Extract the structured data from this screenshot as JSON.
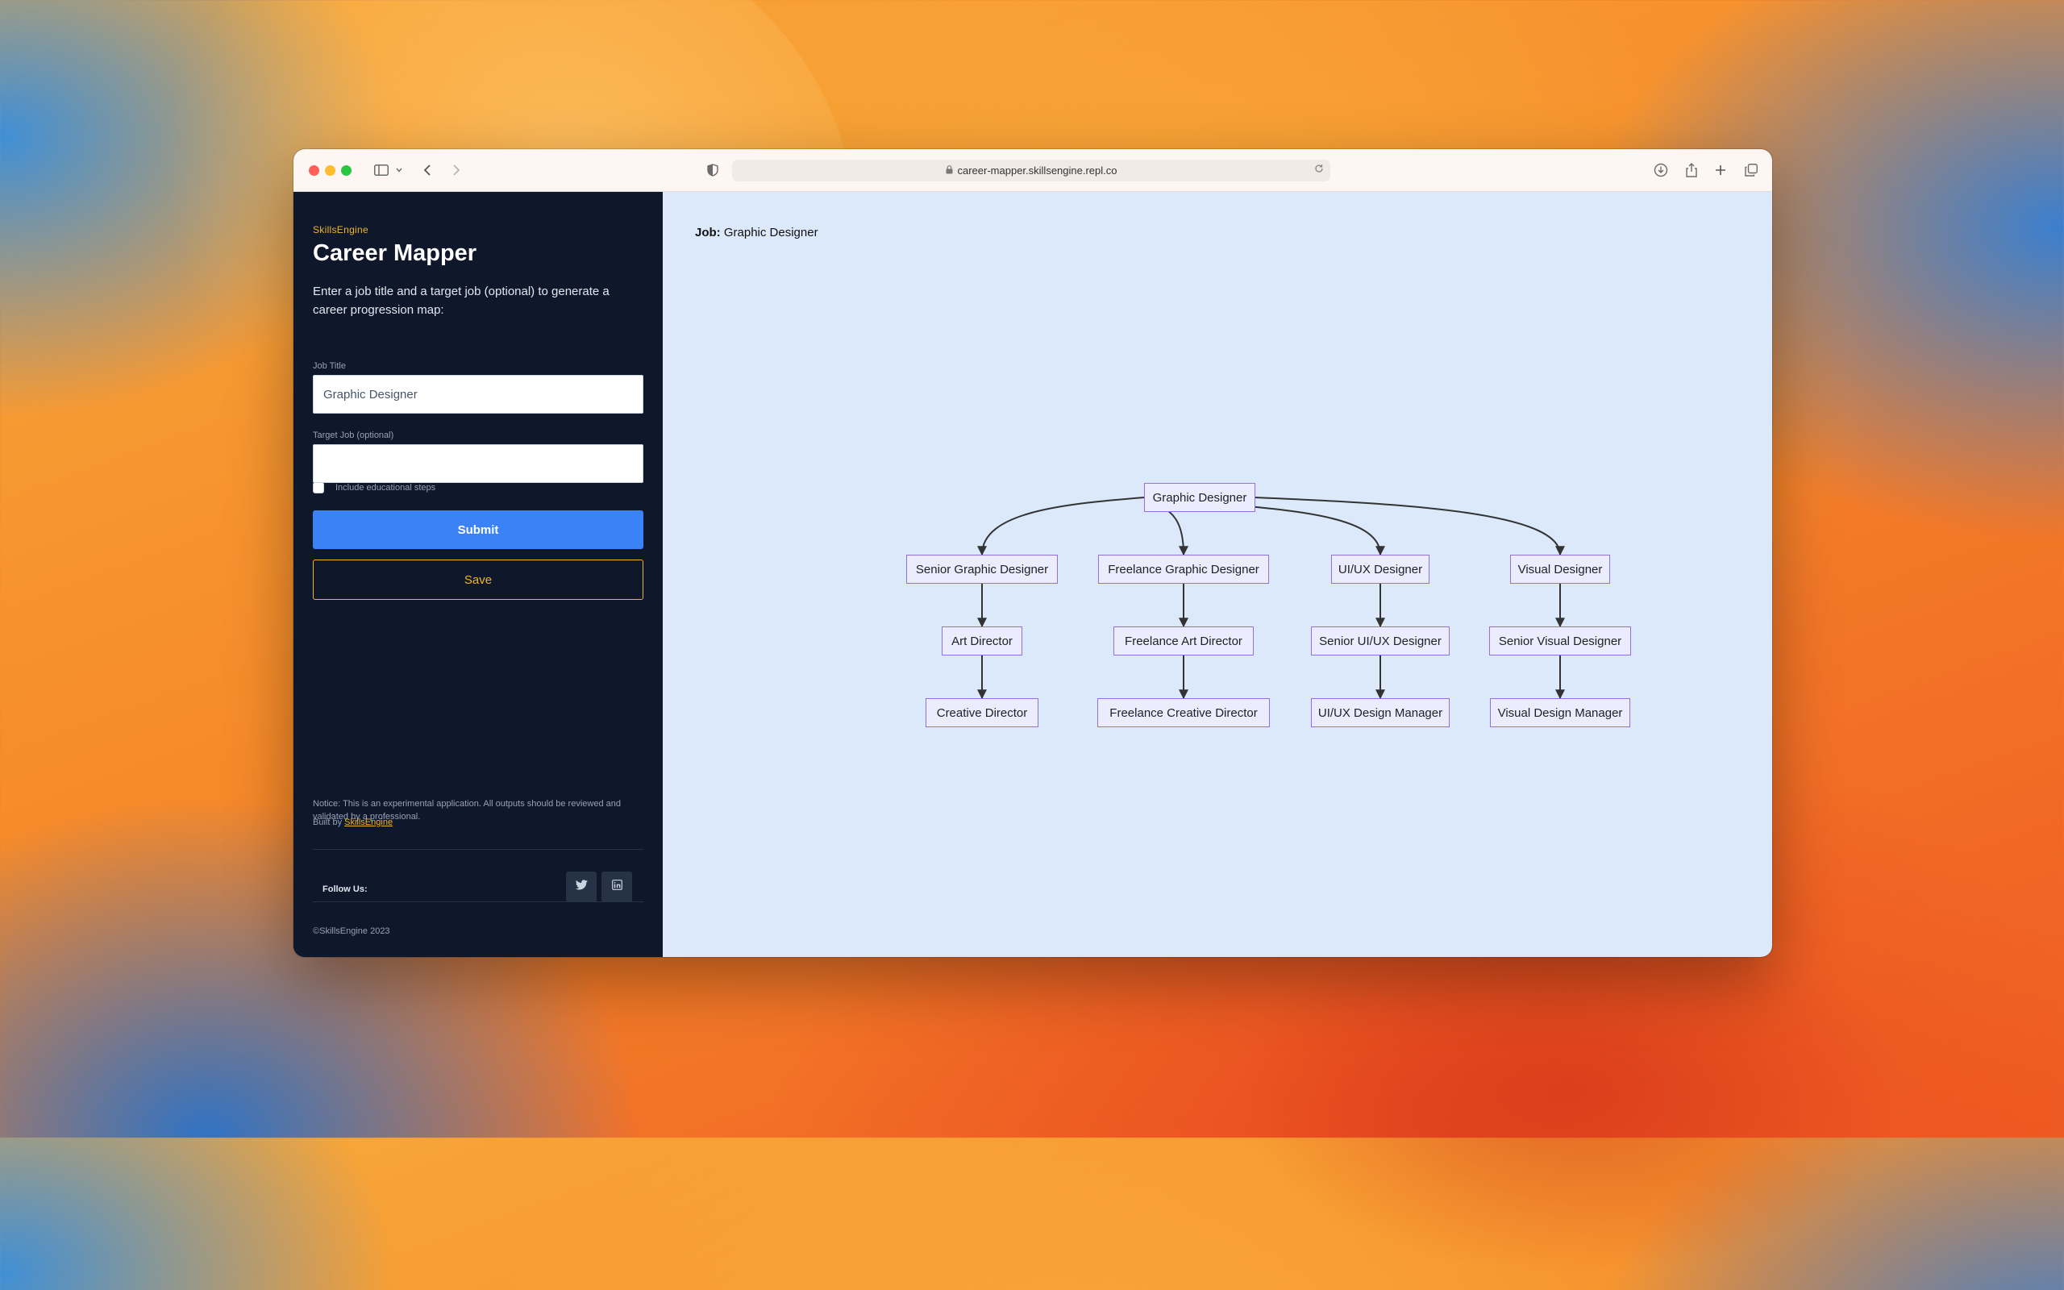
{
  "browser": {
    "url": "career-mapper.skillsengine.repl.co"
  },
  "sidebar": {
    "brand": "SkillsEngine",
    "title": "Career Mapper",
    "description": "Enter a job title and a target job (optional) to generate a career progression map:",
    "job_title_label": "Job Title",
    "job_title_value": "Graphic Designer",
    "target_job_label": "Target Job (optional)",
    "target_job_value": "",
    "include_edu_label": "Include educational steps",
    "submit_label": "Submit",
    "save_label": "Save",
    "notice": "Notice: This is an experimental application. All outputs should be reviewed and validated by a professional.",
    "built_by_prefix": "Built by ",
    "built_by_link": "SkillsEngine",
    "follow_label": "Follow Us:",
    "copyright": "©SkillsEngine 2023"
  },
  "main": {
    "job_label": "Job:",
    "job_value": "Graphic Designer",
    "root": "Graphic Designer",
    "branches": [
      [
        "Senior Graphic Designer",
        "Art Director",
        "Creative Director"
      ],
      [
        "Freelance Graphic Designer",
        "Freelance Art Director",
        "Freelance Creative Director"
      ],
      [
        "UI/UX Designer",
        "Senior UI/UX Designer",
        "UI/UX Design Manager"
      ],
      [
        "Visual Designer",
        "Senior Visual Designer",
        "Visual Design Manager"
      ]
    ]
  },
  "colors": {
    "accent": "#f0b429",
    "primary_button": "#3b82f6",
    "sidebar_bg": "#0f172a",
    "canvas_bg": "#dbe9fb",
    "node_fill": "#ececff",
    "node_border": "#9370db"
  }
}
